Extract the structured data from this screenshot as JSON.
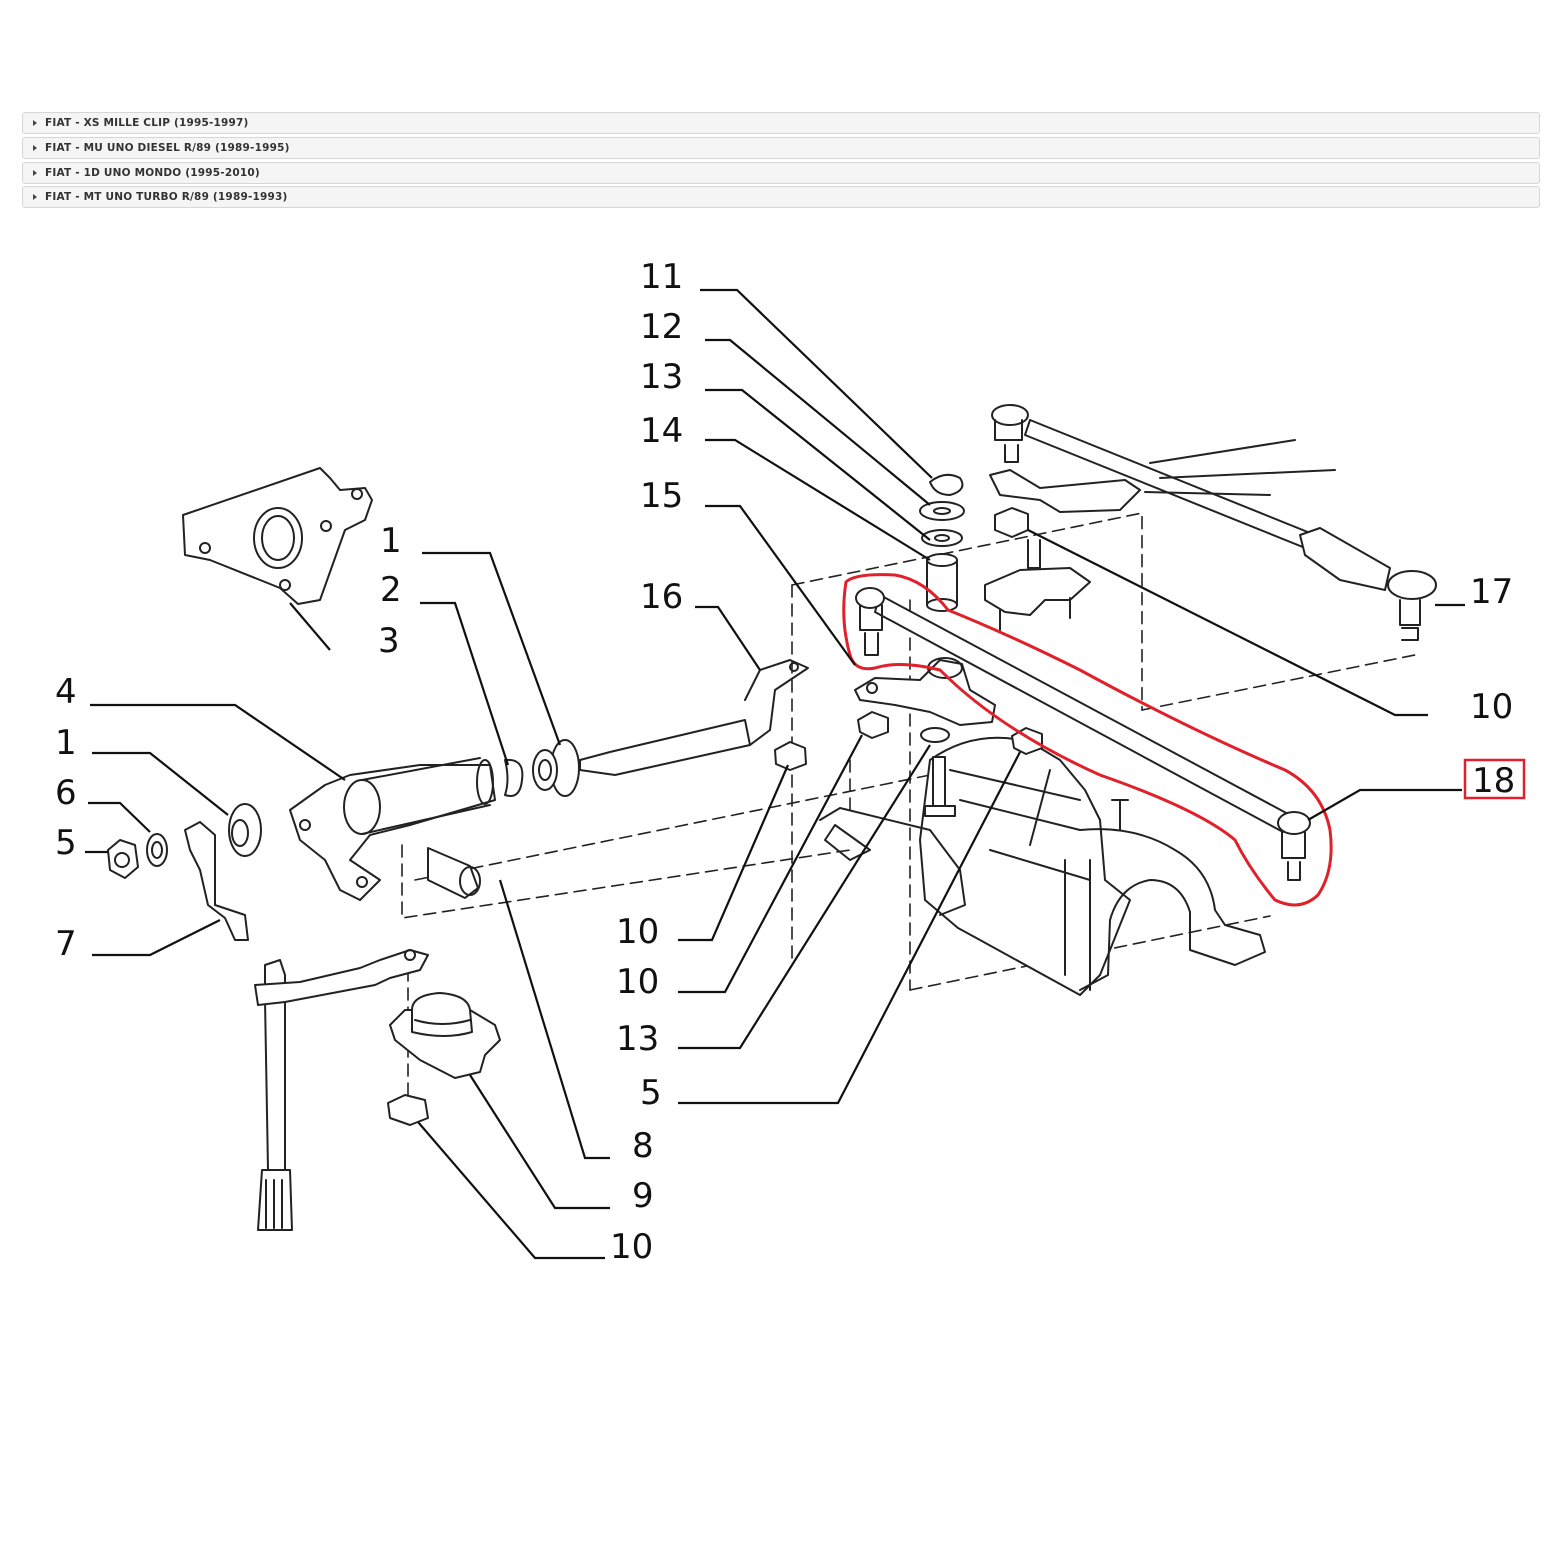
{
  "models": [
    {
      "label": "FIAT - XS MILLE CLIP (1995-1997)"
    },
    {
      "label": "FIAT - MU UNO DIESEL R/89 (1989-1995)"
    },
    {
      "label": "FIAT - 1D UNO MONDO (1995-2010)"
    },
    {
      "label": "FIAT - MT UNO TURBO R/89 (1989-1993)"
    }
  ],
  "diagram": {
    "callouts": [
      {
        "id": "c11",
        "text": "11"
      },
      {
        "id": "c12",
        "text": "12"
      },
      {
        "id": "c13a",
        "text": "13"
      },
      {
        "id": "c14",
        "text": "14"
      },
      {
        "id": "c15",
        "text": "15"
      },
      {
        "id": "c16",
        "text": "16"
      },
      {
        "id": "c1a",
        "text": "1"
      },
      {
        "id": "c2",
        "text": "2"
      },
      {
        "id": "c3",
        "text": "3"
      },
      {
        "id": "c4",
        "text": "4"
      },
      {
        "id": "c1b",
        "text": "1"
      },
      {
        "id": "c6",
        "text": "6"
      },
      {
        "id": "c5a",
        "text": "5"
      },
      {
        "id": "c7",
        "text": "7"
      },
      {
        "id": "c17",
        "text": "17"
      },
      {
        "id": "c10a",
        "text": "10"
      },
      {
        "id": "c18",
        "text": "18"
      },
      {
        "id": "c10b",
        "text": "10"
      },
      {
        "id": "c10c",
        "text": "10"
      },
      {
        "id": "c13b",
        "text": "13"
      },
      {
        "id": "c5b",
        "text": "5"
      },
      {
        "id": "c8",
        "text": "8"
      },
      {
        "id": "c9",
        "text": "9"
      },
      {
        "id": "c10d",
        "text": "10"
      }
    ],
    "highlighted_part": "18",
    "highlight_color": "#e0202a"
  }
}
